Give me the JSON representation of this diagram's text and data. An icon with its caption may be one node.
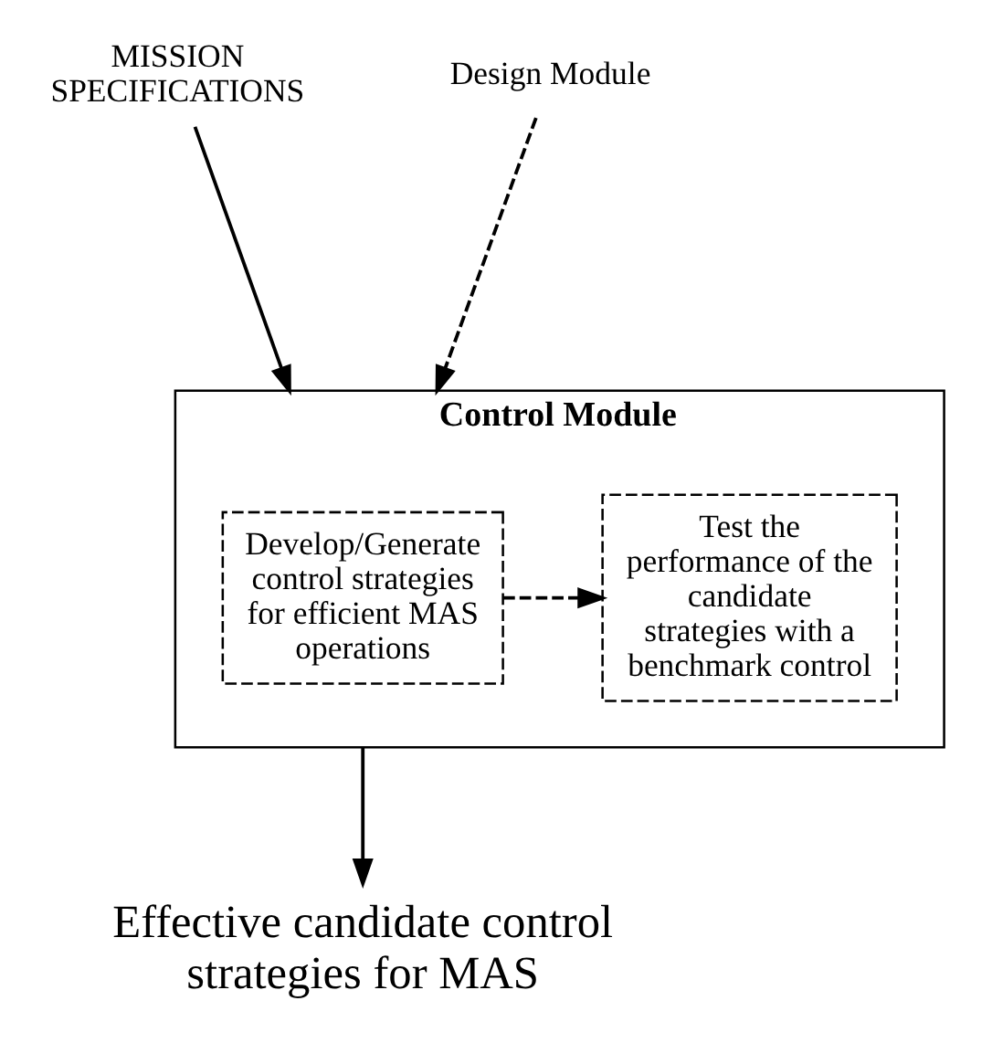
{
  "diagram": {
    "nodes": [
      {
        "text": [
          "MISSION SPECIFICATIONS"
        ]
      },
      {
        "text": [
          "Design Module"
        ]
      },
      {
        "text": [
          "Control Module"
        ]
      },
      {
        "text": [
          "Develop/Generate control strategies for efficient MAS operations"
        ],
        "in": 2
      },
      {
        "text": [
          "Test the performance of the candidate strategies with a benchmark control"
        ],
        "in": 2
      },
      {
        "text": [
          "Effective candidate control strategies for MAS"
        ]
      }
    ],
    "edges": [
      {
        "from": 0,
        "to": 2,
        "arrow": "to"
      },
      {
        "from": 1,
        "to": 2,
        "arrow": "to",
        "style": "dashed"
      },
      {
        "from": 3,
        "to": 4,
        "arrow": "to",
        "style": "dashed"
      },
      {
        "from": 2,
        "to": 5,
        "arrow": "to"
      }
    ]
  }
}
